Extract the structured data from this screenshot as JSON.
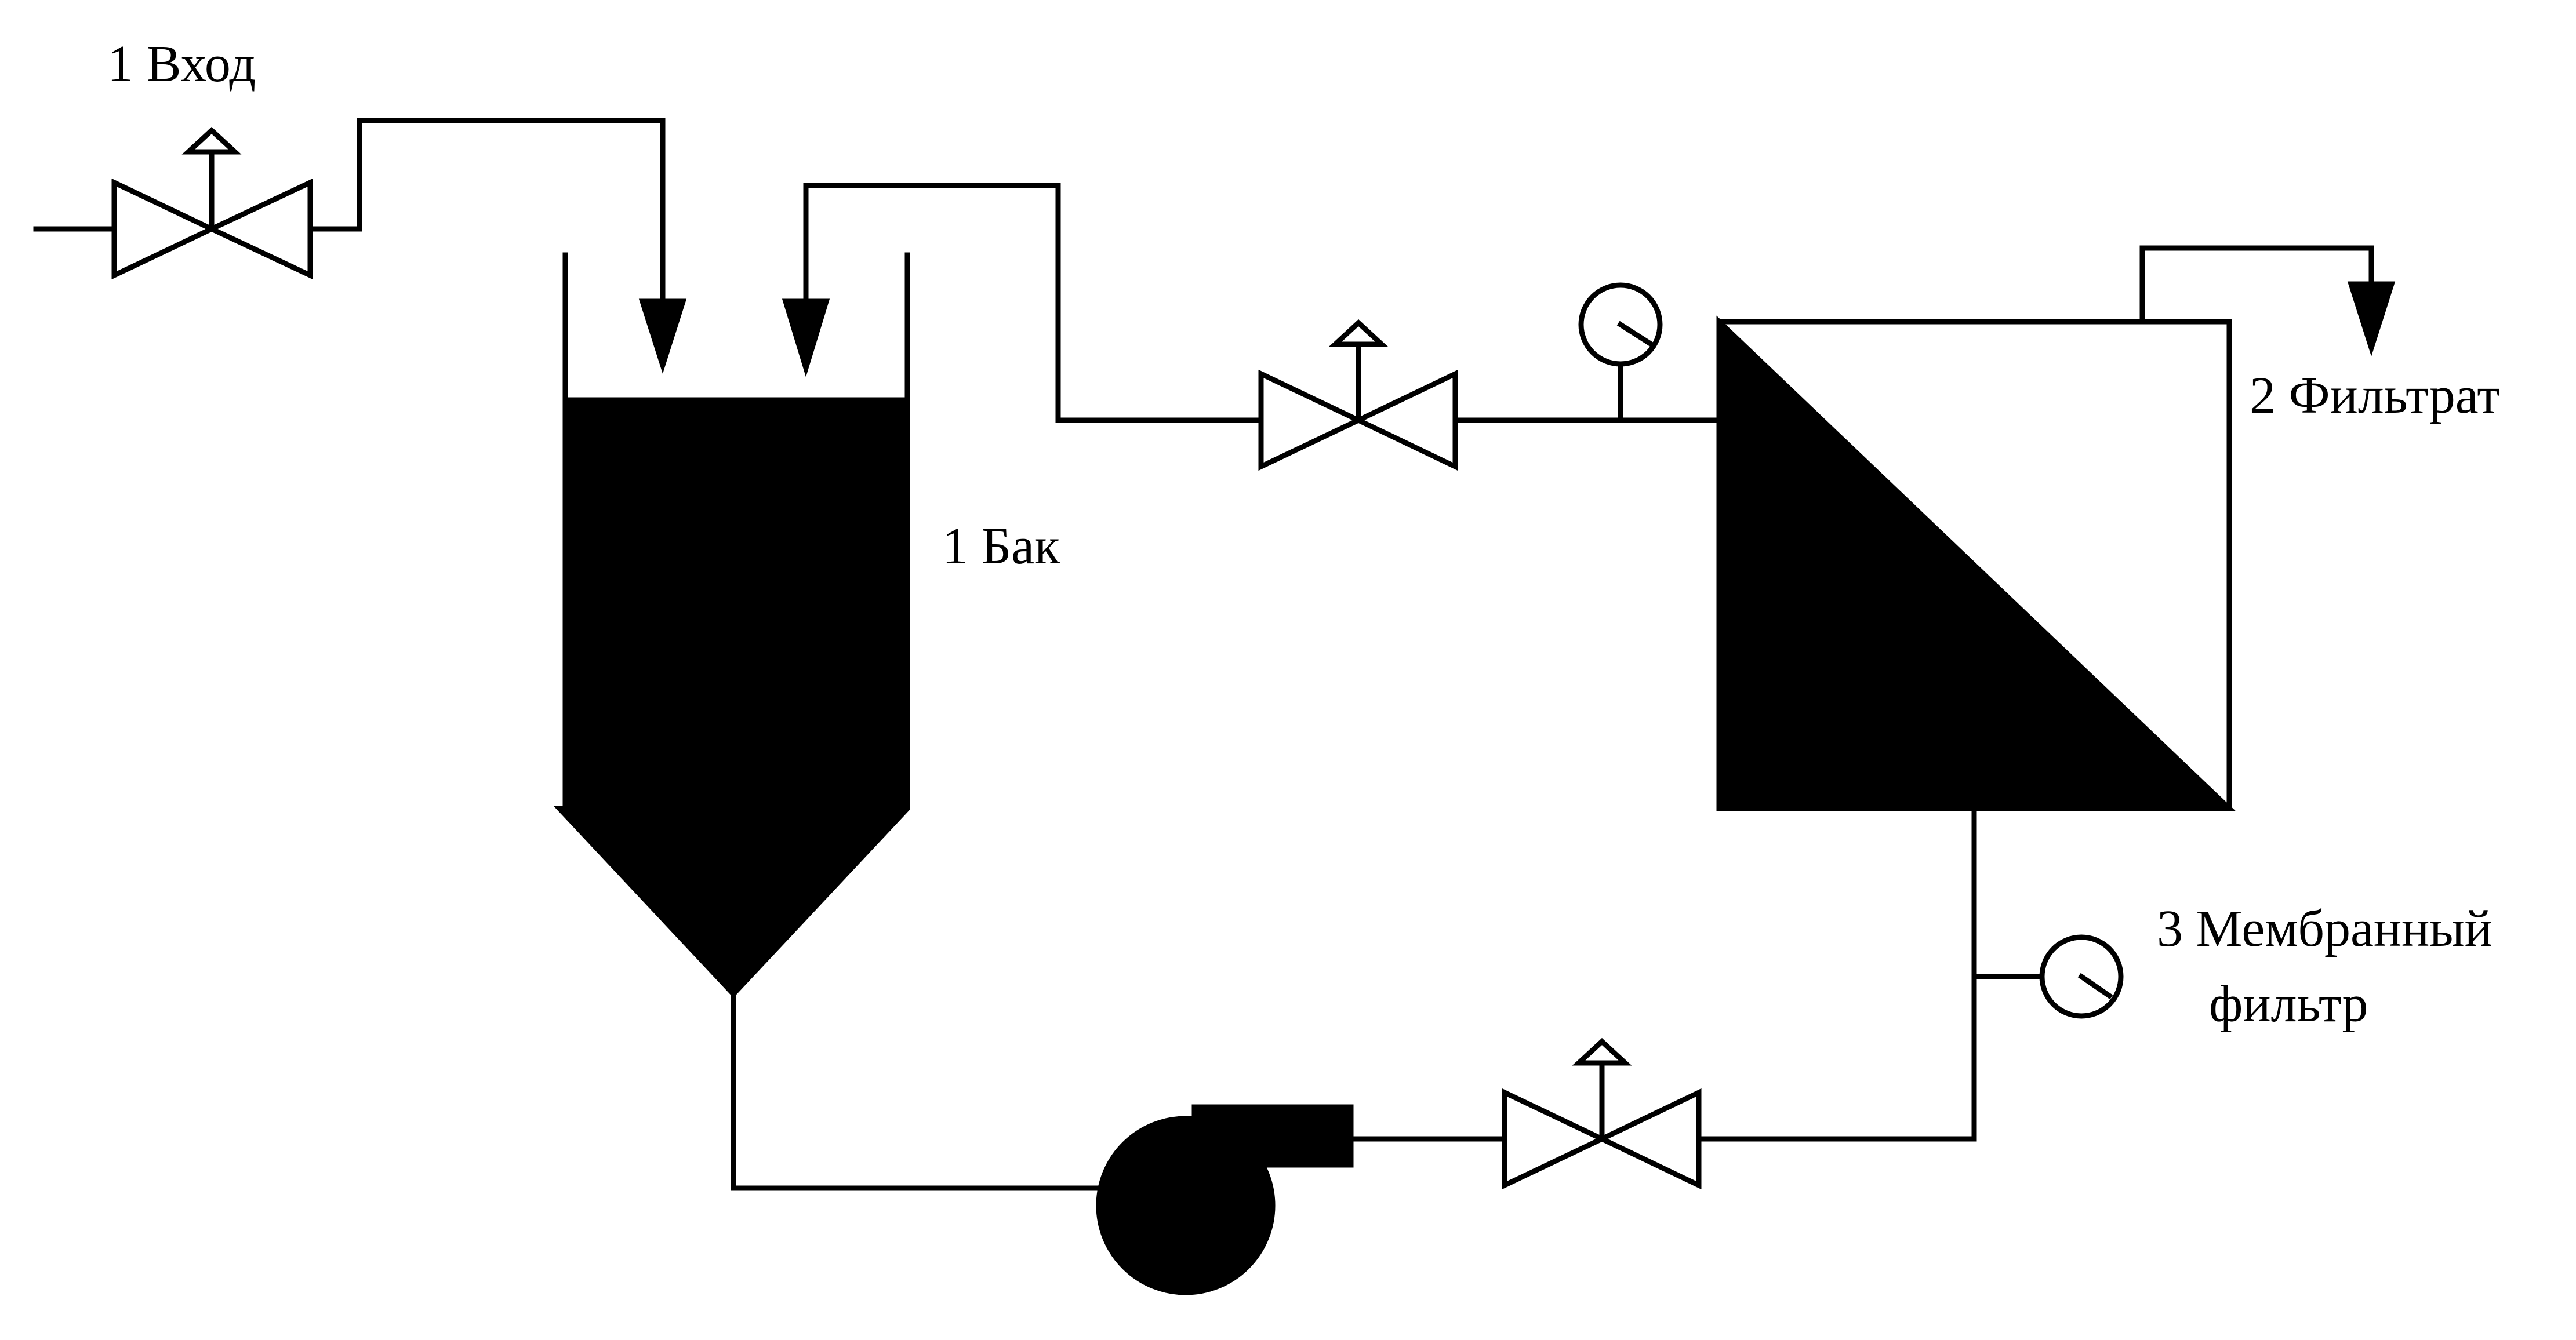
{
  "labels": {
    "inlet": "1 Вход",
    "tank": "1 Бак",
    "filtrate": "2 Фильтрат",
    "membrane_line1": "3 Мембранный",
    "membrane_line2": "фильтр"
  },
  "icons": {
    "valve": "valve-icon",
    "pressure_gauge": "pressure-gauge-icon",
    "pump": "centrifugal-pump-icon",
    "tank": "conical-tank-icon",
    "membrane_filter": "membrane-filter-icon",
    "flow_arrow": "flow-arrow-icon"
  },
  "colors": {
    "line": "#000000",
    "fill": "#000000",
    "background": "#ffffff"
  }
}
